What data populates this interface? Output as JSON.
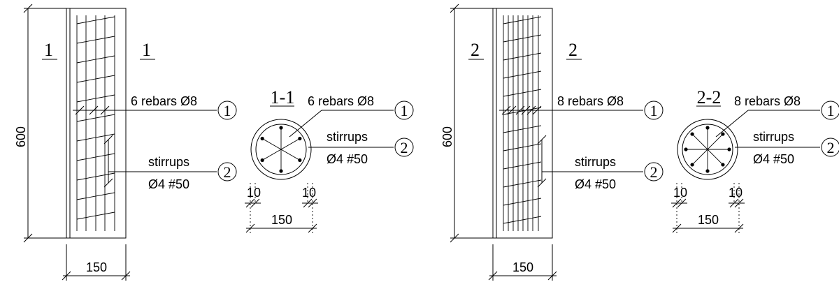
{
  "details": [
    {
      "cut_label": "1",
      "section_title": "1-1",
      "height_dim": "600",
      "width_dim": "150",
      "section_width_dim": "150",
      "cover_left": "10",
      "cover_right": "10",
      "rebar_label": "6 rebars Ø8",
      "stirrup_label_1": "stirrups",
      "stirrup_label_2": "Ø4 #50",
      "mark_rebar": "1",
      "mark_stirrup": "2",
      "rebar_count": 6
    },
    {
      "cut_label": "2",
      "section_title": "2-2",
      "height_dim": "600",
      "width_dim": "150",
      "section_width_dim": "150",
      "cover_left": "10",
      "cover_right": "10",
      "rebar_label": "8 rebars Ø8",
      "stirrup_label_1": "stirrups",
      "stirrup_label_2": "Ø4 #50",
      "mark_rebar": "1",
      "mark_stirrup": "2",
      "rebar_count": 8
    }
  ]
}
